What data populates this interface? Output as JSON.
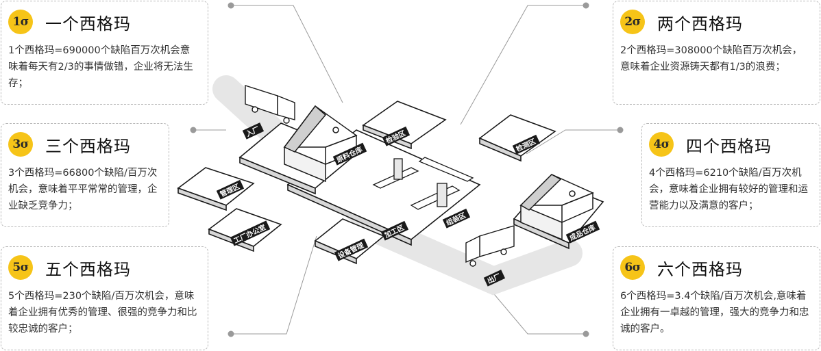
{
  "cards": [
    {
      "badge": "1σ",
      "title": "一个西格玛",
      "desc": "1个西格玛=690000个缺陷百万次机会意味着每天有2/3的事情做错，企业将无法生存；"
    },
    {
      "badge": "2σ",
      "title": "两个西格玛",
      "desc": "2个西格玛=308000个缺陷百万次机会，意味着企业资源铸天都有1/3的浪费；"
    },
    {
      "badge": "3σ",
      "title": "三个西格玛",
      "desc": "3个西格玛=66800个缺陷/百万次机会，意味着平平常常的管理，企业缺乏竞争力；"
    },
    {
      "badge": "4σ",
      "title": "四个西格玛",
      "desc": "4个西格玛=6210个缺陷/百万次机会，意味着企业拥有较好的管理和运营能力以及满意的客户；"
    },
    {
      "badge": "5σ",
      "title": "五个西格玛",
      "desc": "5个西格玛=230个缺陷/百万次机会，意味着企业拥有优秀的管理、很强的竞争力和比较忠诚的客户；"
    },
    {
      "badge": "6σ",
      "title": "六个西格玛",
      "desc": "6个西格玛=3.4个缺陷/百万次机会,意味着企业拥有一卓越的管理，强大的竞争力和忠诚的客户。"
    }
  ],
  "diagram": {
    "entrance": "入厂",
    "exit": "出厂",
    "zones": {
      "raw_warehouse": "原料仓库",
      "inspection": "检验区",
      "control": "管理区",
      "office": "工厂办公室",
      "equipment": "设备管理",
      "processing": "加工区",
      "assembly": "组装区",
      "finished_warehouse": "成品仓库",
      "test": "检测区"
    }
  },
  "colors": {
    "badge": "#f6c418",
    "zone_label": "#1a1a1a",
    "line": "#9a9a9a"
  }
}
